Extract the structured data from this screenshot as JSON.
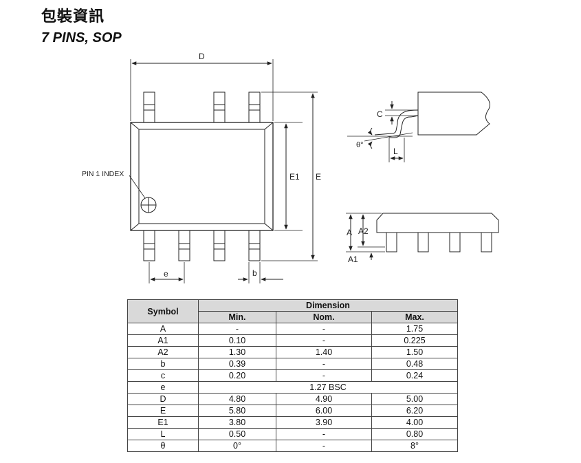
{
  "header": {
    "title": "包裝資訊",
    "subtitle": "7 PINS, SOP"
  },
  "drawing": {
    "label_D": "D",
    "label_E1": "E1",
    "label_E": "E",
    "label_pin1": "PIN 1 INDEX",
    "label_e": "e",
    "label_b": "b",
    "label_C": "C",
    "label_theta": "θ°",
    "label_L": "L",
    "label_A": "A",
    "label_A2": "A2",
    "label_A1": "A1"
  },
  "table": {
    "col_symbol": "Symbol",
    "col_dimension": "Dimension",
    "col_min": "Min.",
    "col_nom": "Nom.",
    "col_max": "Max.",
    "rows": [
      {
        "symbol": "A",
        "min": "-",
        "nom": "-",
        "max": "1.75"
      },
      {
        "symbol": "A1",
        "min": "0.10",
        "nom": "-",
        "max": "0.225"
      },
      {
        "symbol": "A2",
        "min": "1.30",
        "nom": "1.40",
        "max": "1.50"
      },
      {
        "symbol": "b",
        "min": "0.39",
        "nom": "-",
        "max": "0.48"
      },
      {
        "symbol": "c",
        "min": "0.20",
        "nom": "-",
        "max": "0.24"
      },
      {
        "symbol": "e",
        "bsc": "1.27 BSC"
      },
      {
        "symbol": "D",
        "min": "4.80",
        "nom": "4.90",
        "max": "5.00"
      },
      {
        "symbol": "E",
        "min": "5.80",
        "nom": "6.00",
        "max": "6.20"
      },
      {
        "symbol": "E1",
        "min": "3.80",
        "nom": "3.90",
        "max": "4.00"
      },
      {
        "symbol": "L",
        "min": "0.50",
        "nom": "-",
        "max": "0.80"
      },
      {
        "symbol": "θ",
        "min": "0°",
        "nom": "-",
        "max": "8°"
      }
    ]
  }
}
